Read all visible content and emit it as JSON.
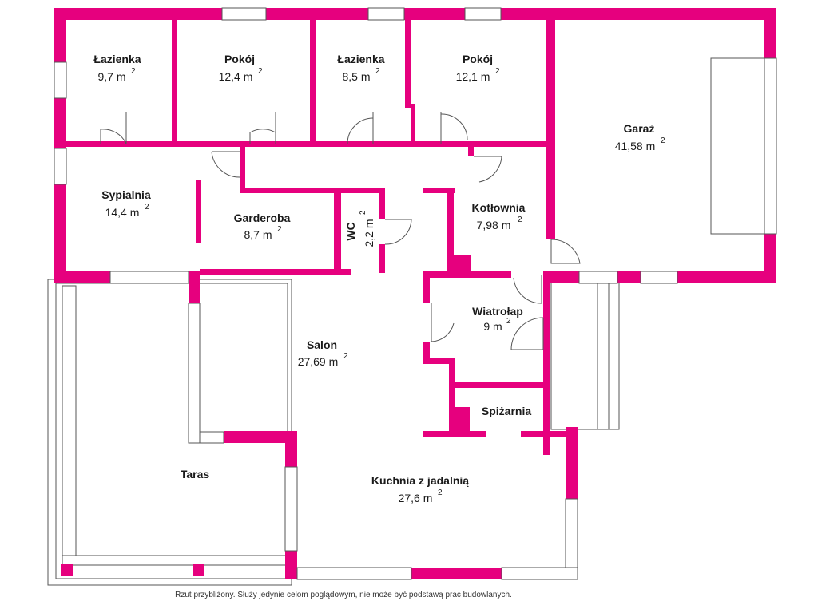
{
  "colors": {
    "wall": "#e6007e",
    "line": "#555555",
    "background": "#ffffff"
  },
  "unit": "m",
  "unit_exponent": "2",
  "rooms": {
    "lazienka_1": {
      "name": "Łazienka",
      "area": "9,7"
    },
    "pokoj_1": {
      "name": "Pokój",
      "area": "12,4"
    },
    "lazienka_2": {
      "name": "Łazienka",
      "area": "8,5"
    },
    "pokoj_2": {
      "name": "Pokój",
      "area": "12,1"
    },
    "garaz": {
      "name": "Garaż",
      "area": "41,58"
    },
    "sypialnia": {
      "name": "Sypialnia",
      "area": "14,4"
    },
    "garderoba": {
      "name": "Garderoba",
      "area": "8,7"
    },
    "wc": {
      "name": "WC",
      "area": "2,2"
    },
    "kotlownia": {
      "name": "Kotłownia",
      "area": "7,98"
    },
    "wiatrolap": {
      "name": "Wiatrołap",
      "area": "9"
    },
    "salon": {
      "name": "Salon",
      "area": "27,69"
    },
    "spizarnia": {
      "name": "Spiżarnia"
    },
    "taras": {
      "name": "Taras"
    },
    "kuchnia": {
      "name": "Kuchnia z jadalnią",
      "area": "27,6"
    }
  },
  "disclaimer": "Rzut przybliżony. Służy jedynie celom poglądowym, nie może być podstawą prac budowlanych."
}
